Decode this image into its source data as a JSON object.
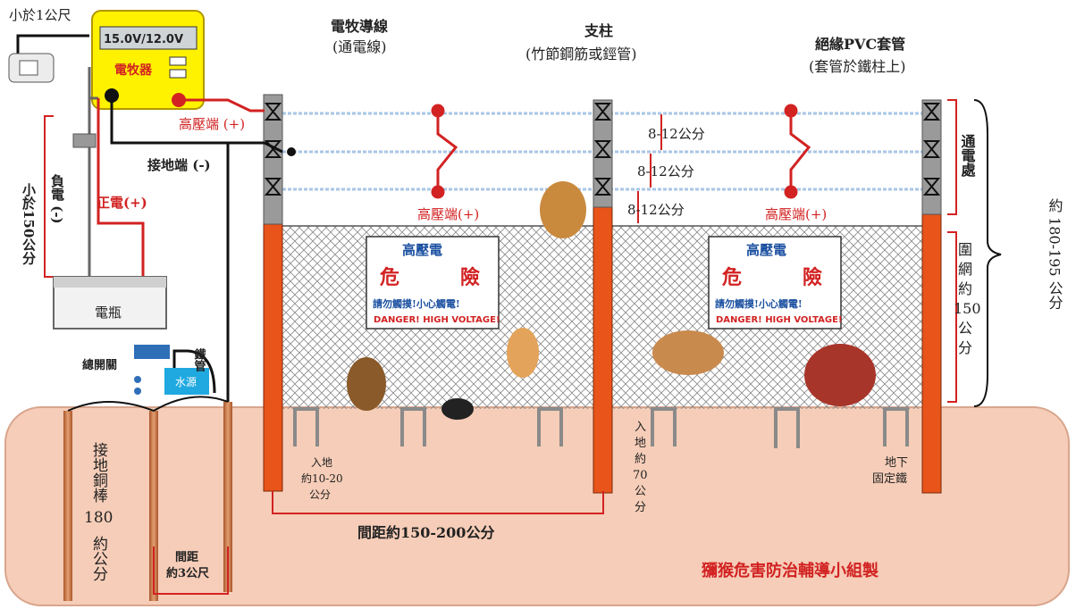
{
  "labels": {
    "less_than_1m": "小於1公尺",
    "voltage": "15.0V/12.0V",
    "energizer": "電牧器",
    "hv_terminal_left": "高壓端 (+)",
    "ground_terminal": "接地端 (-)",
    "negative": "負電 (-)",
    "positive": "正電(+)",
    "less_than_150": "小於150公分",
    "battery": "電瓶",
    "iron_pipe": "鐵管",
    "main_valve": "總開關",
    "water": "水源",
    "ground_rod": "接地銅棒",
    "rod_length_num": "180",
    "rod_length_unit": "約公分",
    "rod_spacing_1": "間距",
    "rod_spacing_2": "約3公尺",
    "wire_title": "電牧導線",
    "wire_subtitle": "(通電線)",
    "post_title": "支柱",
    "post_subtitle": "(竹節鋼筋或鋞管)",
    "pvc_title": "絕緣PVC套管",
    "pvc_subtitle": "(套管於鐵柱上)",
    "hv_terminal_1": "高壓端(+)",
    "hv_terminal_2": "高壓端(+)",
    "gap_1": "8-12公分",
    "gap_2": "8-12公分",
    "gap_3": "8-12公分",
    "energized_zone": "通電處",
    "net_height_1": "圍",
    "net_height_2": "網",
    "net_height_3": "約",
    "net_height_4": "150",
    "net_height_5": "公",
    "net_height_6": "分",
    "total_height": "約 180-195 公分",
    "sign_title": "高壓電",
    "sign_danger_left": "危",
    "sign_danger_right": "險",
    "sign_warning": "請勿觸摸!小心觸電!",
    "sign_english": "DANGER! HIGH VOLTAGE!",
    "bury_depth_1": "入地",
    "bury_depth_2": "約10-20",
    "bury_depth_3": "公分",
    "post_depth_1": "入",
    "post_depth_2": "地",
    "post_depth_3": "約",
    "post_depth_4": "70",
    "post_depth_5": "公",
    "post_depth_6": "分",
    "anchor_1": "地下",
    "anchor_2": "固定鐵",
    "post_spacing": "間距約150-200公分",
    "credit": "獼猴危害防治輔導小組製"
  },
  "colors": {
    "soil": "#f6cdb8",
    "post_orange": "#e8541a",
    "energizer_yellow": "#fff200",
    "wire_red": "#d22222",
    "accent_blue": "#1a4fa0"
  }
}
